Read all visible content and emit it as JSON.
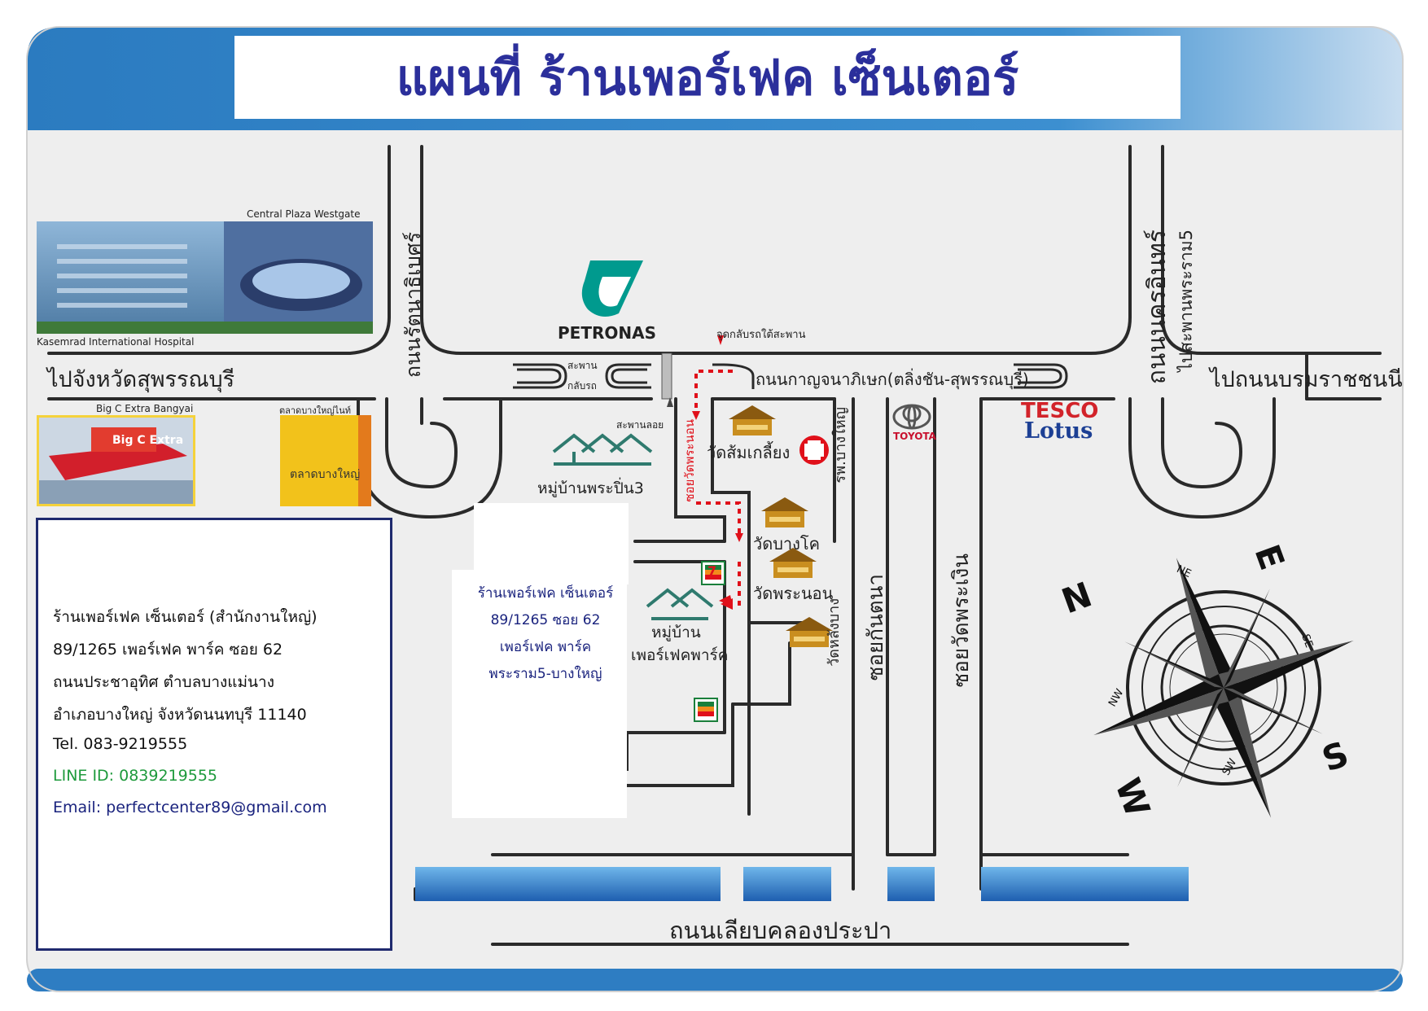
{
  "title": "แผนที่ ร้านเพอร์เฟค เซ็นเตอร์",
  "roads": {
    "to_suphanburi": "ไปจังหวัดสุพรรณบุรี",
    "to_borommaratchachonnani": "ไปถนนบรมราชชนนี",
    "kanchanaphisek": "ถนนกาญจนาภิเษก(ตลิ่งชัน-สุพรรณบุรี)",
    "rattanathibet": "ถนนรัตนาธิเบศร์",
    "nakhon_in": "ถนนนครอินทร์",
    "rama5_bridge": "ไปสะพานพระราม5",
    "soi_wat_phra_ngoen": "ซอยวัดพระเงิน",
    "soi_kan_tana": "ซอยกันตนา",
    "soi_wat_phra_non": "ซอยวัดพระนอน",
    "khlong_prapa": "ถนนเลียบคลองประปา"
  },
  "labels": {
    "central_plaza": "Central Plaza Westgate",
    "kasemrad": "Kasemrad International Hospital",
    "bigc": "Big C Extra Bangyai",
    "bigc_logo": "Big C Extra",
    "bangyai_market": "ตลาดบางใหญ่ไนท์",
    "bangyai_market_logo": "ตลาดบางใหญ่",
    "petronas": "PETRONAS",
    "u_turn_under_bridge": "จุดกลับรถใต้สะพาน",
    "u_turn_bridge_1": "สะพาน",
    "u_turn_bridge_2": "กลับรถ",
    "footbridge": "สะพานลอย",
    "village_phrapin": "หมู่บ้านพระปิ่น3",
    "wat_som_kliang": "วัดส้มเกลี้ยง",
    "hospital_bangyai": "รพ.บางใหญ่",
    "wat_bang_kho": "วัดบางโค",
    "wat_phra_non": "วัดพระนอน",
    "wat_lang_bang": "วัดหลังบาง",
    "village_perfect_1": "หมู่บ้าน",
    "village_perfect_2": "เพอร์เฟคพาร์ค",
    "toyota": "TOYOTA",
    "tesco_1": "TESCO",
    "tesco_2": "Lotus",
    "seven_eleven": "7"
  },
  "shop_callout": [
    "ร้านเพอร์เฟค เซ็นเตอร์",
    "89/1265 ซอย 62",
    "เพอร์เฟค พาร์ค",
    "พระราม5-บางใหญ่"
  ],
  "info": {
    "name": "ร้านเพอร์เฟค เซ็นเตอร์ (สำนักงานใหญ่)",
    "address1": "89/1265 เพอร์เฟค พาร์ค ซอย 62",
    "address2": "ถนนประชาอุทิศ ตำบลบางแม่นาง",
    "address3": "อำเภอบางใหญ่ จังหวัดนนทบุรี 11140",
    "tel": "Tel. 083-9219555",
    "line": "LINE ID: 0839219555",
    "email": "Email: perfectcenter89@gmail.com"
  },
  "compass": {
    "n": "N",
    "e": "E",
    "s": "S",
    "w": "W",
    "ne": "NE",
    "se": "SE",
    "sw": "SW",
    "nw": "NW"
  },
  "colors": {
    "frame_blue": "#2e7dc2",
    "title_blue": "#2b2f9b",
    "route_red": "#e0101a",
    "line_green": "#1e9a3c",
    "map_bg": "#eeeeee"
  }
}
